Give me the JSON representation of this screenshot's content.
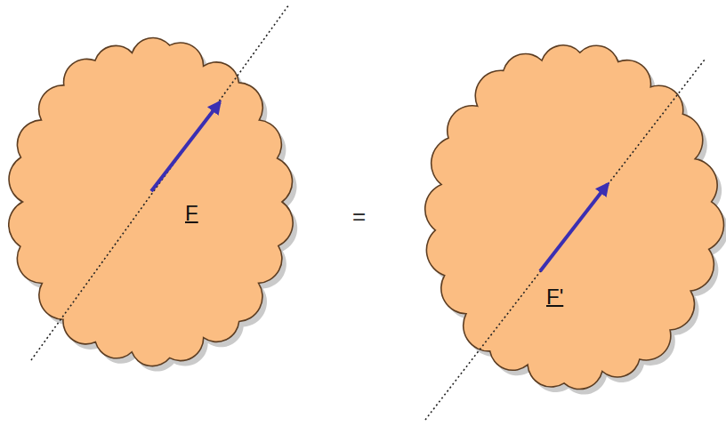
{
  "diagram": {
    "nodes": [
      {
        "text": [
          "F"
        ]
      },
      {
        "text": [
          "F'"
        ]
      }
    ],
    "labels": [
      "="
    ]
  }
}
